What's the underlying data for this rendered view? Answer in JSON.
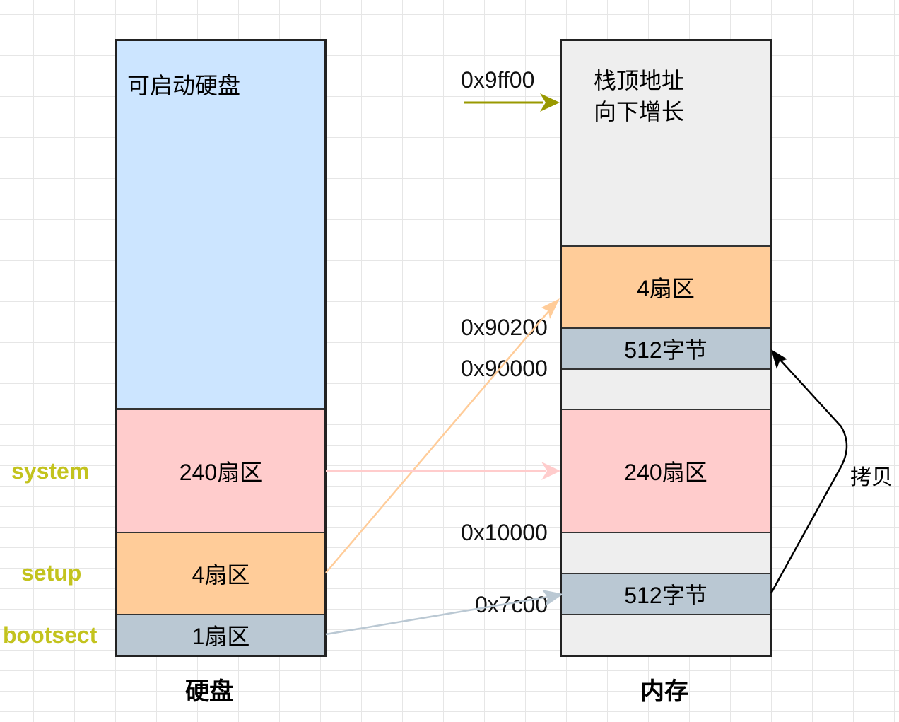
{
  "disk": {
    "title": "硬盘",
    "top_label": "可启动硬盘",
    "system_sectors": "240扇区",
    "setup_sectors": "4扇区",
    "boot_sectors": "1扇区"
  },
  "memory": {
    "title": "内存",
    "stack_label_line1": "栈顶地址",
    "stack_label_line2": "向下增长",
    "setup_block": "4扇区",
    "bootsect_copy_block": "512字节",
    "system_block": "240扇区",
    "bootsect_block": "512字节"
  },
  "segments": {
    "system": "system",
    "setup": "setup",
    "bootsect": "bootsect"
  },
  "addresses": {
    "stack_top": "0x9ff00",
    "setup_addr": "0x90200",
    "bootsect_copy_addr": "0x90000",
    "system_addr": "0x10000",
    "bootsect_addr": "0x7c00"
  },
  "copy_label": "拷贝",
  "colors": {
    "disk_top": "#cce5ff",
    "system": "#ffcccc",
    "setup": "#ffcc99",
    "bootsect": "#bac8d3",
    "memory_free": "#eeeeee",
    "segment_label": "#c3c31e",
    "stack_arrow": "#999900",
    "arrow_setup": "#ffcc99",
    "arrow_system": "#ffcccc",
    "arrow_bootsect": "#bac8d3",
    "arrow_copy": "#000000"
  }
}
